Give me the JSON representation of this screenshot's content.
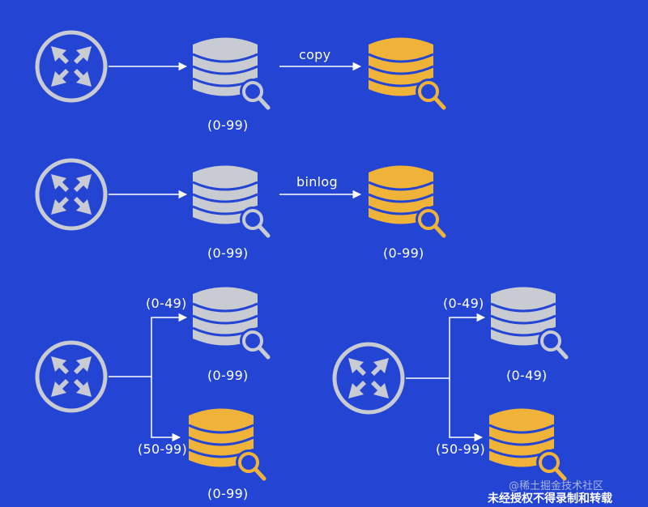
{
  "colors": {
    "background": "#2444d4",
    "primary_db": "#c9cbd3",
    "replica_db": "#f0b33a",
    "line": "#ffffff",
    "router": "#c9cbd3"
  },
  "icons": {
    "router": "router-icon",
    "database": "database-search-icon"
  },
  "rows": [
    {
      "edge_label": "copy",
      "source_range": "(0-99)",
      "target_range": ""
    },
    {
      "edge_label": "binlog",
      "source_range": "(0-99)",
      "target_range": "(0-99)"
    }
  ],
  "splits": [
    {
      "top_branch": "(0-49)",
      "bottom_branch": "(50-99)",
      "top_db_range": "(0-99)",
      "bottom_db_range": "(0-99)"
    },
    {
      "top_branch": "(0-49)",
      "bottom_branch": "(50-99)",
      "top_db_range": "(0-49)",
      "bottom_db_range": ""
    }
  ],
  "watermark": {
    "line1": "@稀土掘金技术社区",
    "line2": "未经授权不得录制和转载"
  }
}
